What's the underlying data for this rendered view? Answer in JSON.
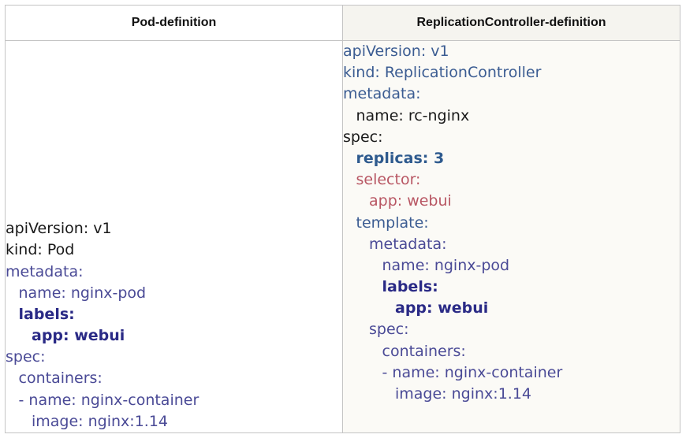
{
  "headers": {
    "pod": "Pod-definition",
    "rc": "ReplicationController-definition"
  },
  "colors": {
    "black": "#1a1a1a",
    "blue": "#3b5c92",
    "purple": "#4a4a96",
    "navy": "#2a2a86",
    "steel": "#2e5a8e",
    "red": "#b85663"
  },
  "pod_lines": [
    {
      "text": "apiVersion: v1",
      "indent": 0,
      "color": "black"
    },
    {
      "text": "kind: Pod",
      "indent": 0,
      "color": "black"
    },
    {
      "text": "metadata:",
      "indent": 0,
      "color": "purple"
    },
    {
      "text": "name: nginx-pod",
      "indent": 1,
      "color": "purple"
    },
    {
      "text": "labels:",
      "indent": 1,
      "color": "navy",
      "bold": true
    },
    {
      "text": "app: webui",
      "indent": 2,
      "color": "navy",
      "bold": true
    },
    {
      "text": "spec:",
      "indent": 0,
      "color": "purple"
    },
    {
      "text": "containers:",
      "indent": 1,
      "color": "purple"
    },
    {
      "text": "- name: nginx-container",
      "indent": 1,
      "color": "purple"
    },
    {
      "text": "image: nginx:1.14",
      "indent": 2,
      "color": "purple"
    }
  ],
  "rc_lines": [
    {
      "text": "apiVersion: v1",
      "indent": 0,
      "color": "blue"
    },
    {
      "text": "kind: ReplicationController",
      "indent": 0,
      "color": "blue"
    },
    {
      "text": "metadata:",
      "indent": 0,
      "color": "blue"
    },
    {
      "text": "name: rc-nginx",
      "indent": 1,
      "color": "black"
    },
    {
      "text": "spec:",
      "indent": 0,
      "color": "black"
    },
    {
      "text": "replicas: 3",
      "indent": 1,
      "color": "steel",
      "bold": true
    },
    {
      "text": "selector:",
      "indent": 1,
      "color": "red"
    },
    {
      "text": "app: webui",
      "indent": 2,
      "color": "red"
    },
    {
      "text": "template:",
      "indent": 1,
      "color": "blue"
    },
    {
      "text": "metadata:",
      "indent": 2,
      "color": "purple"
    },
    {
      "text": "name: nginx-pod",
      "indent": 3,
      "color": "purple"
    },
    {
      "text": "labels:",
      "indent": 3,
      "color": "navy",
      "bold": true
    },
    {
      "text": "app: webui",
      "indent": 4,
      "color": "navy",
      "bold": true
    },
    {
      "text": "spec:",
      "indent": 2,
      "color": "purple"
    },
    {
      "text": "containers:",
      "indent": 3,
      "color": "purple"
    },
    {
      "text": "- name: nginx-container",
      "indent": 3,
      "color": "purple"
    },
    {
      "text": "image: nginx:1.14",
      "indent": 4,
      "color": "purple"
    }
  ]
}
